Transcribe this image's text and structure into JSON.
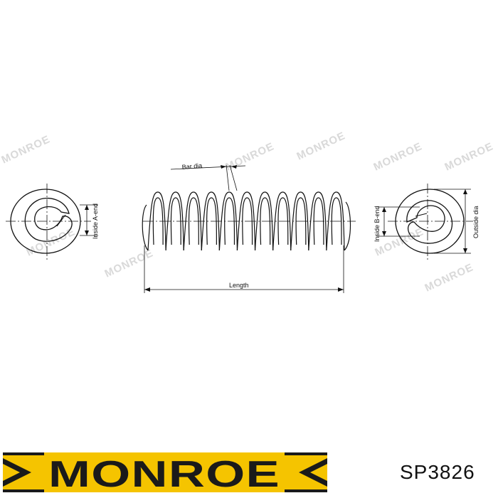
{
  "diagram": {
    "labels": {
      "bar_dia": "Bar dia",
      "length": "Length",
      "inside_a_end": "Inside A-end",
      "inside_b_end": "Inside B-end",
      "outside_dia": "Outside dia"
    },
    "watermark": "MONROE",
    "coil_count": 11
  },
  "brand": {
    "name": "MONROE",
    "part_number": "SP3826",
    "colors": {
      "yellow": "#f5c400",
      "dark": "#1a1a1a"
    }
  }
}
